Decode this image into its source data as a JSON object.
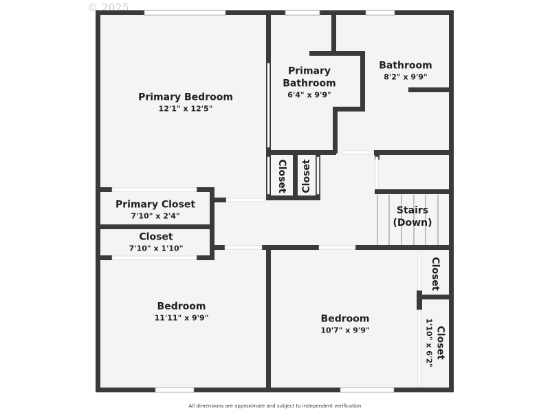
{
  "copyright": "© 2025",
  "footer": "All dimensions are approximate and subject to independent verification",
  "colors": {
    "wall": "#3a3a3a",
    "floor": "#f4f4f4",
    "window": "#ffffff",
    "text": "#1f1f1f"
  },
  "rooms": {
    "primary_bedroom": {
      "name": "Primary Bedroom",
      "dim": "12'1\" x 12'5\""
    },
    "primary_bathroom": {
      "name_line1": "Primary",
      "name_line2": "Bathroom",
      "dim": "6'4\" x 9'9\""
    },
    "bathroom": {
      "name": "Bathroom",
      "dim": "8'2\" x 9'9\""
    },
    "closet_a": {
      "name": "Closet"
    },
    "closet_b": {
      "name": "Closet"
    },
    "stairs": {
      "name_line1": "Stairs",
      "name_line2": "(Down)"
    },
    "primary_closet": {
      "name": "Primary Closet",
      "dim": "7'10\" x 2'4\""
    },
    "closet_hall": {
      "name": "Closet",
      "dim": "7'10\" x 1'10\""
    },
    "bedroom_left": {
      "name": "Bedroom",
      "dim": "11'11\" x 9'9\""
    },
    "bedroom_right": {
      "name": "Bedroom",
      "dim": "10'7\" x 9'9\""
    },
    "closet_right_small": {
      "name": "Closet"
    },
    "closet_right": {
      "name": "Closet",
      "dim": "1'10\" x 6'2\""
    }
  }
}
